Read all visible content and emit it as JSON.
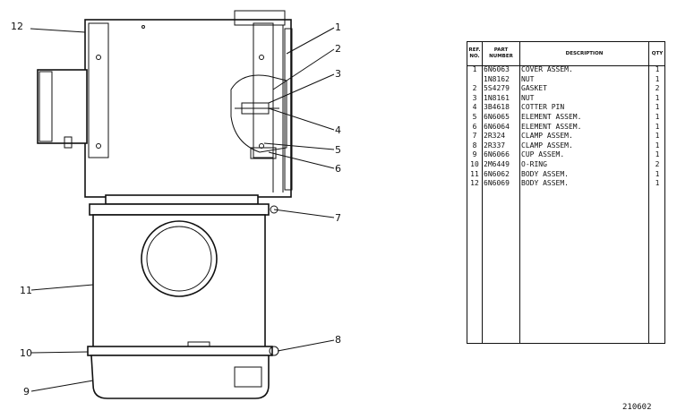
{
  "table": {
    "headers": {
      "ref": "REF. NO.",
      "part_number": "PART NUMBER",
      "description": "DESCRIPTION",
      "qty": "QTY"
    },
    "rows": [
      {
        "ref": "1",
        "part_number": "6N6063",
        "description": "COVER ASSEM.",
        "qty": "1"
      },
      {
        "ref": "",
        "part_number": "1N8162",
        "description": "NUT",
        "qty": "1"
      },
      {
        "ref": "2",
        "part_number": "5S4279",
        "description": "GASKET",
        "qty": "2"
      },
      {
        "ref": "3",
        "part_number": "1N8161",
        "description": "NUT",
        "qty": "1"
      },
      {
        "ref": "4",
        "part_number": "3B4618",
        "description": "COTTER PIN",
        "qty": "1"
      },
      {
        "ref": "5",
        "part_number": "6N6065",
        "description": "ELEMENT ASSEM.",
        "qty": "1"
      },
      {
        "ref": "6",
        "part_number": "6N6064",
        "description": "ELEMENT ASSEM.",
        "qty": "1"
      },
      {
        "ref": "7",
        "part_number": "2R324",
        "description": "CLAMP ASSEM.",
        "qty": "1"
      },
      {
        "ref": "8",
        "part_number": "2R337",
        "description": "CLAMP ASSEM.",
        "qty": "1"
      },
      {
        "ref": "9",
        "part_number": "6N6066",
        "description": "CUP ASSEM.",
        "qty": "1"
      },
      {
        "ref": "10",
        "part_number": "2M6449",
        "description": "O-RING",
        "qty": "2"
      },
      {
        "ref": "11",
        "part_number": "6N6062",
        "description": "BODY ASSEM.",
        "qty": "1"
      },
      {
        "ref": "12",
        "part_number": "6N6069",
        "description": "BODY ASSEM.",
        "qty": "1"
      }
    ]
  },
  "callouts": {
    "c1": "1",
    "c2": "2",
    "c3": "3",
    "c4": "4",
    "c5": "5",
    "c6": "6",
    "c7": "7",
    "c8": "8",
    "c9": "9",
    "c10": "10",
    "c11": "11",
    "c12": "12"
  },
  "figure_number": "210602"
}
